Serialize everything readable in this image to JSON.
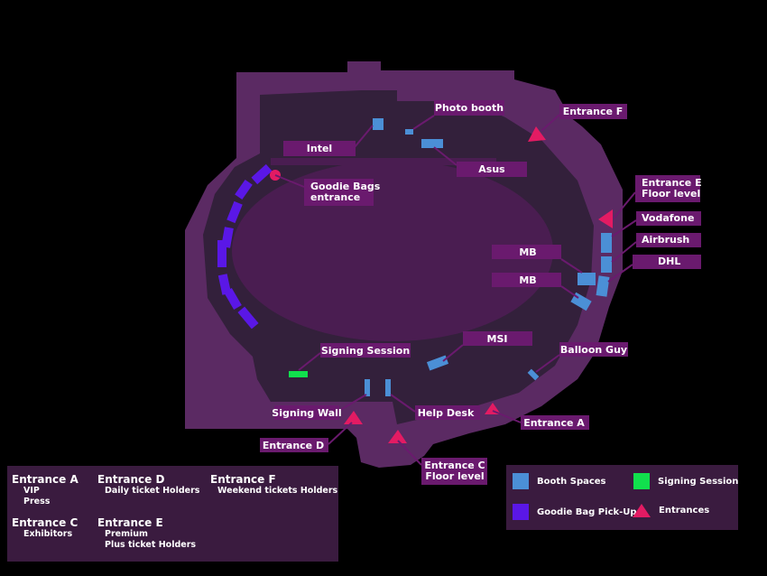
{
  "colors": {
    "background": "#000000",
    "outer_area": "#5b2a63",
    "concourse": "#33203b",
    "field": "#4a1d51",
    "label_bg": "#6a1a6e",
    "booth": "#4b8fd6",
    "goodie": "#5a17e6",
    "signing": "#11e04d",
    "entrance": "#e31b63",
    "legend_bg": "#3a1b3f"
  },
  "labels": {
    "intel": "Intel",
    "photo_booth": "Photo booth",
    "asus": "Asus",
    "entrance_f": "Entrance F",
    "goodie_bags_1": "Goodie Bags",
    "goodie_bags_2": "entrance",
    "entrance_e_1": "Entrance E",
    "entrance_e_2": "Floor level",
    "vodafone": "Vodafone",
    "airbrush": "Airbrush",
    "dhl": "DHL",
    "mb_1": "MB",
    "mb_2": "MB",
    "msi": "MSI",
    "signing_session": "Signing Session",
    "balloon_guy": "Balloon Guy",
    "signing_wall": "Signing Wall",
    "help_desk": "Help Desk",
    "entrance_a": "Entrance A",
    "entrance_d": "Entrance D",
    "entrance_c_1": "Entrance C",
    "entrance_c_2": "Floor level"
  },
  "legend_entrances": {
    "a": {
      "title": "Entrance A",
      "lines": [
        "VIP",
        "Press"
      ]
    },
    "c": {
      "title": "Entrance C",
      "lines": [
        "Exhibitors"
      ]
    },
    "d": {
      "title": "Entrance D",
      "lines": [
        "Daily ticket Holders"
      ]
    },
    "e": {
      "title": "Entrance E",
      "lines": [
        "Premium",
        "Plus ticket Holders"
      ]
    },
    "f": {
      "title": "Entrance F",
      "lines": [
        "Weekend tickets Holders"
      ]
    }
  },
  "legend_key": {
    "booth": "Booth Spaces",
    "signing": "Signing Session",
    "goodie": "Goodie Bag Pick-Up",
    "entrances": "Entrances"
  }
}
